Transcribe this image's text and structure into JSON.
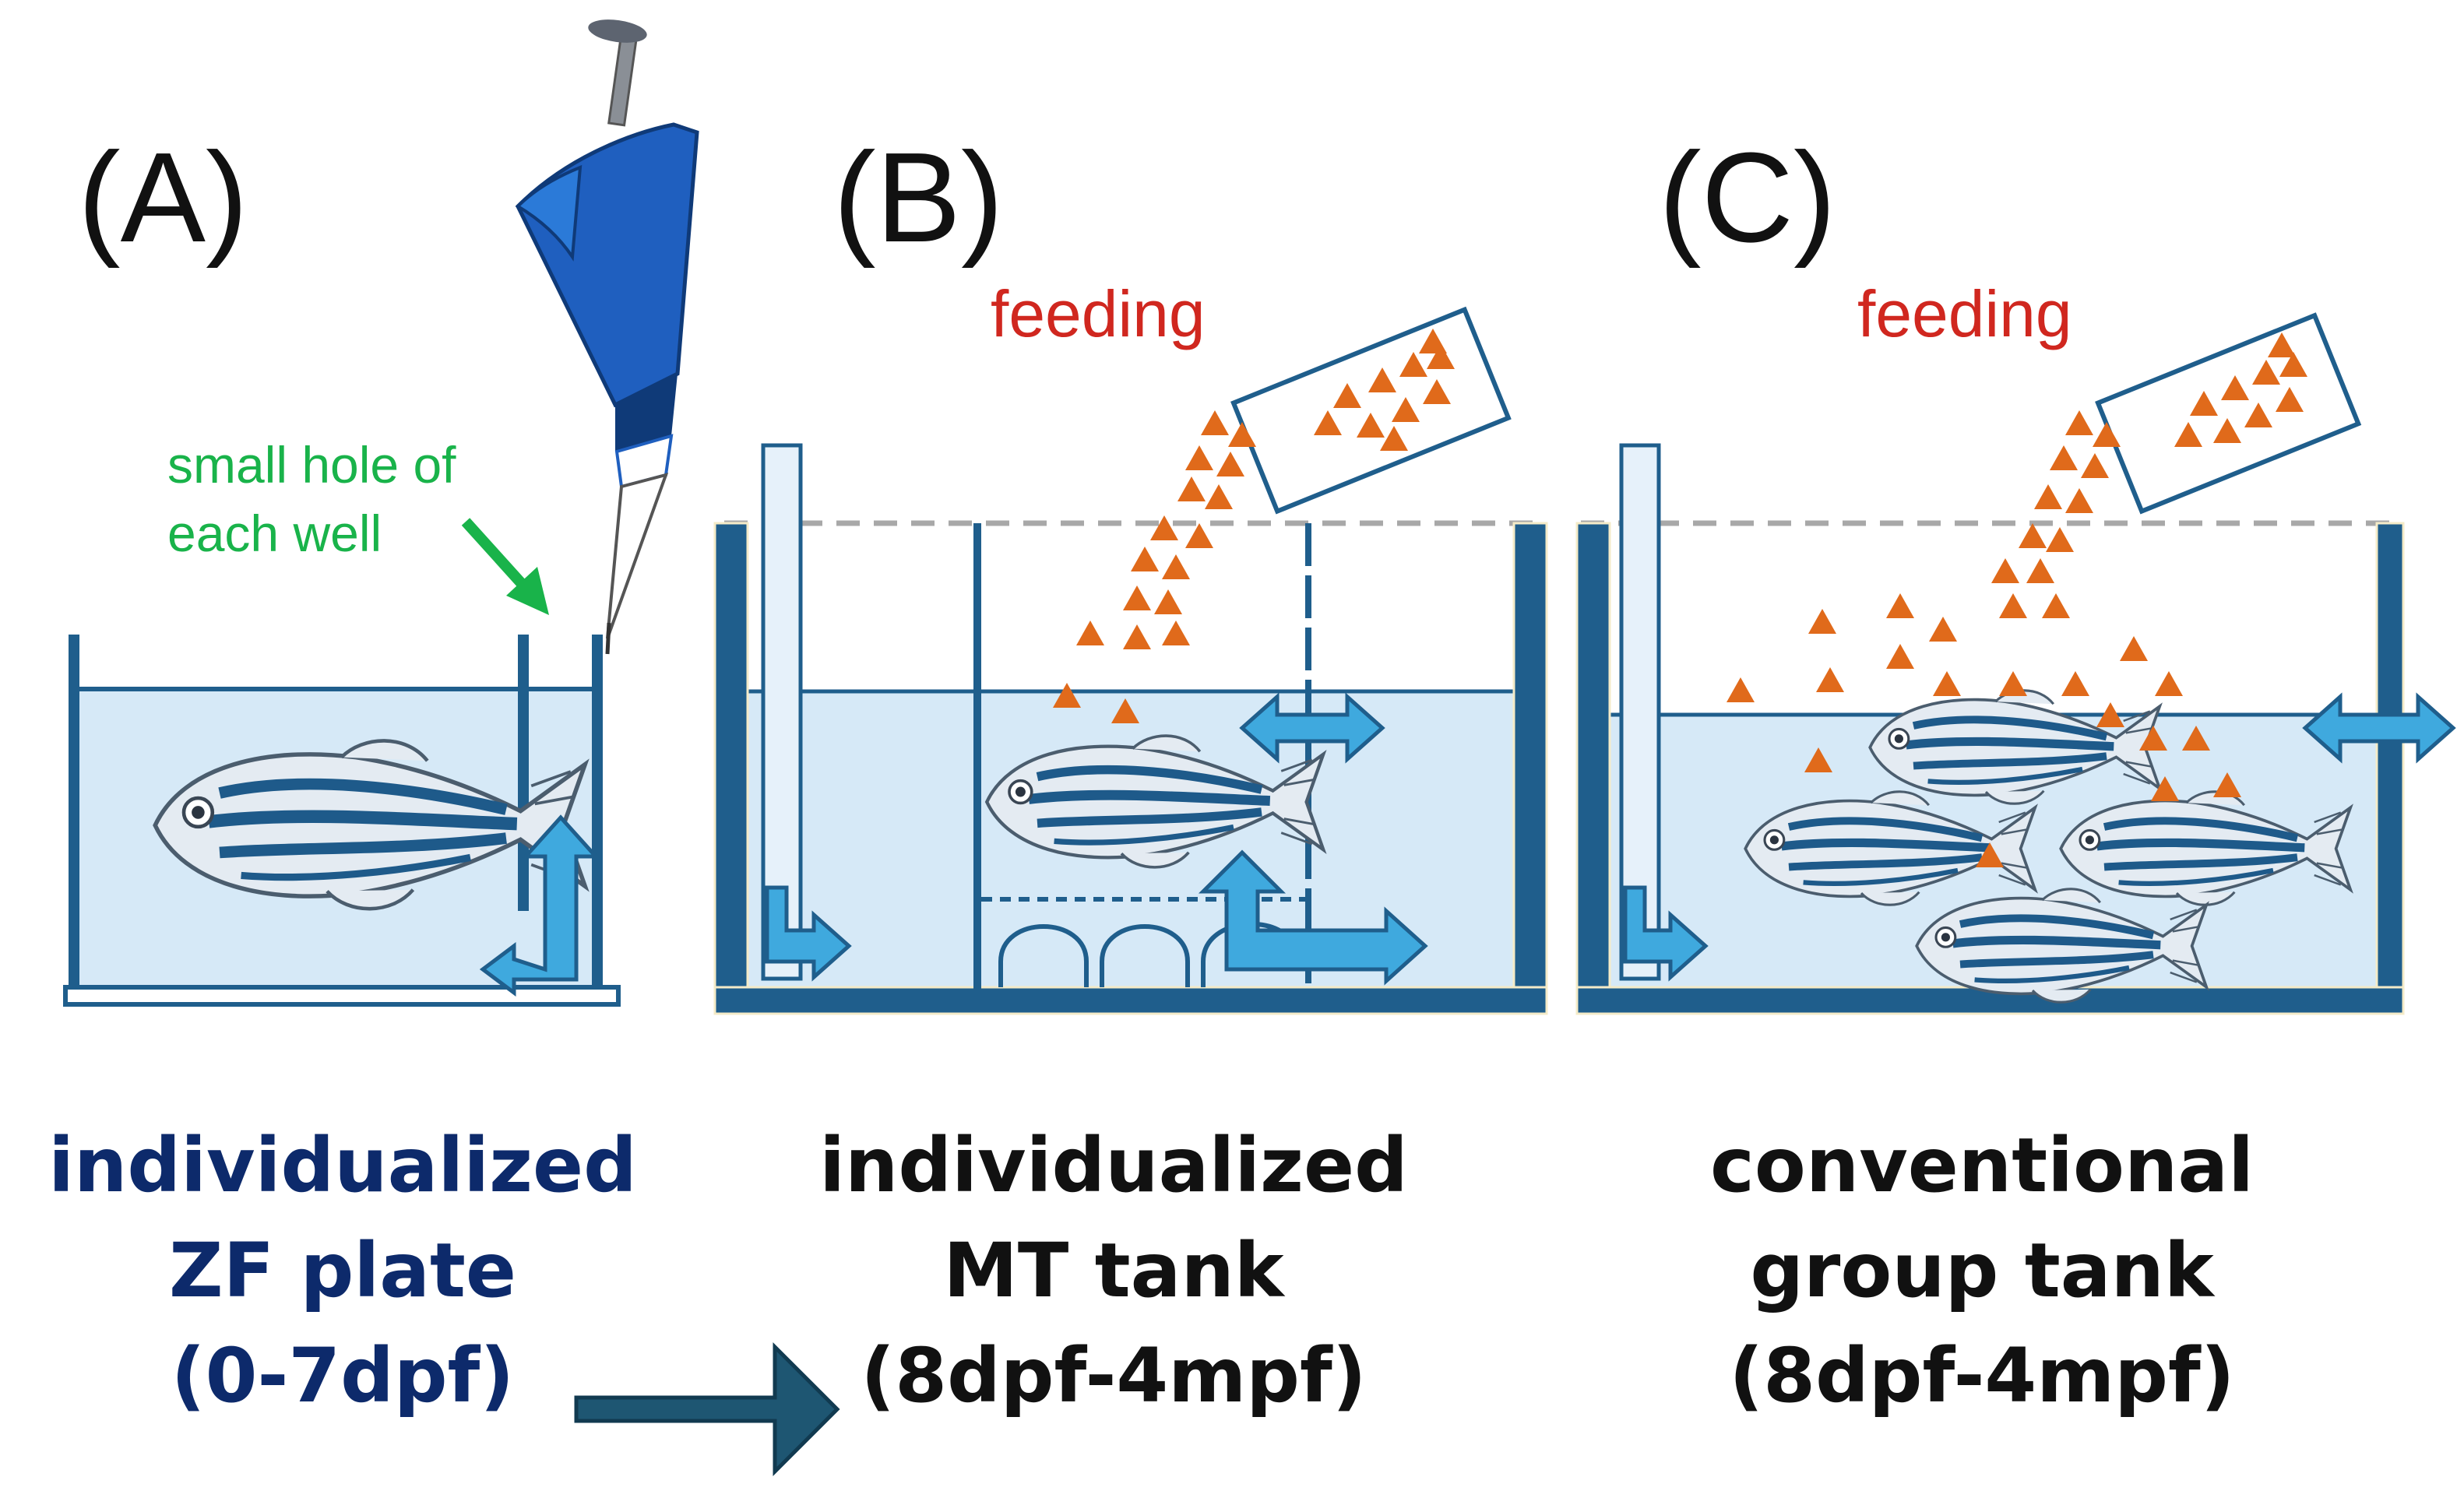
{
  "panels": {
    "a": {
      "label": "(A)",
      "note_line1": "small hole of",
      "note_line2": "each well",
      "caption_line1": "individualized",
      "caption_line2": "ZF plate",
      "caption_line3": "(0-7dpf)"
    },
    "b": {
      "label": "(B)",
      "feeding": "feeding",
      "caption_line1": "individualized",
      "caption_line2": "MT tank",
      "caption_line3": "(8dpf-4mpf)"
    },
    "c": {
      "label": "(C)",
      "feeding": "feeding",
      "caption_line1": "conventional",
      "caption_line2": "group tank",
      "caption_line3": "(8dpf-4mpf)"
    }
  },
  "colors": {
    "water": "#d6e9f7",
    "tank_wall": "#1f5e8c",
    "water_line": "#1f5e8c",
    "arrow_fill": "#3fa9de",
    "food": "#e06a1b",
    "feeding_text": "#d0271f",
    "hole_text": "#19b34a",
    "caption_a": "#0d2a6b",
    "caption_bc": "#111111",
    "big_arrow": "#1e5672",
    "pipette": "#1f5fbf"
  }
}
